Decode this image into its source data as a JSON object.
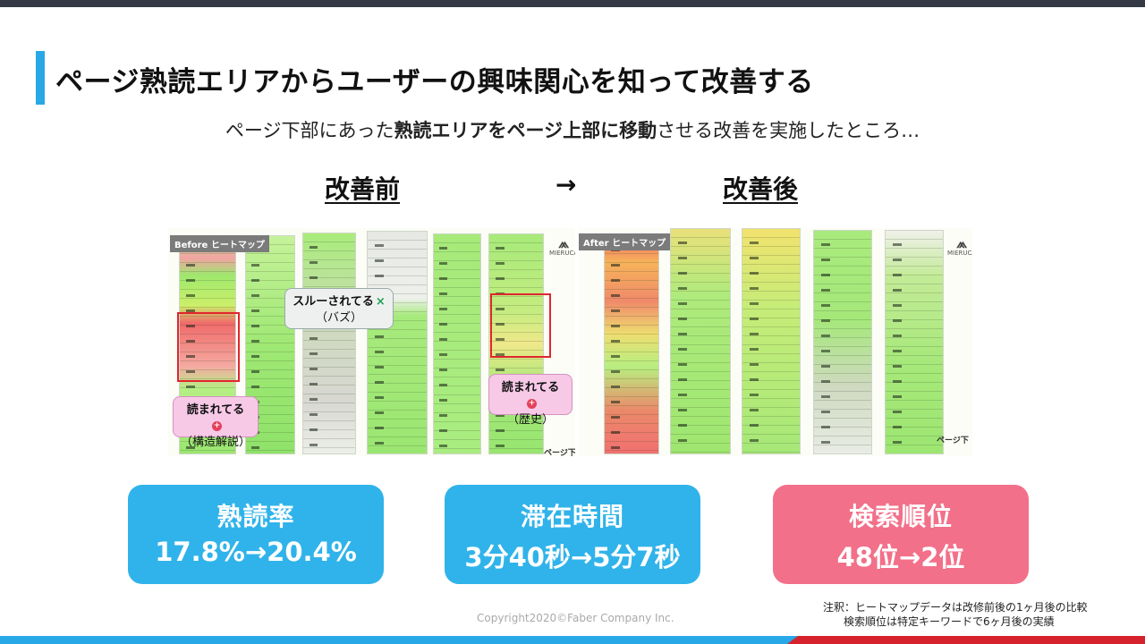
{
  "title": "ページ熟読エリアからユーザーの興味関心を知って改善する",
  "subtitle": {
    "part1": "ページ下部にあった",
    "part2_bold": "熟読エリアをページ上部に移動",
    "part3": "させる改善を実施したところ…"
  },
  "labels": {
    "before": "改善前",
    "arrow": "→",
    "after": "改善後"
  },
  "heatmap_before": {
    "tag": "Before ヒートマップ",
    "logo": "MIERUCA",
    "page_bottom": "ページ下",
    "bubble_read_structure": {
      "line1": "読まれてる",
      "line2": "（構造解説）"
    },
    "bubble_skipped": {
      "line1": "スルーされてる",
      "line2": "（バズ）"
    },
    "bubble_read_history": {
      "line1": "読まれてる",
      "line2": "（歴史）"
    }
  },
  "heatmap_after": {
    "tag": "After ヒートマップ",
    "logo": "MIERUCA",
    "page_bottom": "ページ下"
  },
  "stats": [
    {
      "title": "熟読率",
      "value": "17.8%→20.4%"
    },
    {
      "title": "滞在時間",
      "value": "3分40秒→5分7秒"
    },
    {
      "title": "検索順位",
      "value": "48位→2位"
    }
  ],
  "colors": {
    "accent": "#29a8e8",
    "stat_blue": "#30b3ea",
    "stat_pink": "#f27089",
    "footer_red": "#d6222c",
    "highlight_red": "#e0262e"
  },
  "copyright": "Copyright2020©Faber Company Inc.",
  "note": {
    "line1": "注釈：ヒートマップデータは改修前後の1ヶ月後の比較",
    "line2": "検索順位は特定キーワードで6ヶ月後の実績"
  }
}
